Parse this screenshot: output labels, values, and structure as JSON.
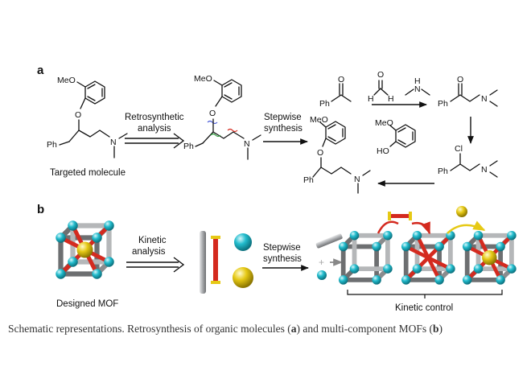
{
  "panel_a": {
    "label": "a",
    "targeted_molecule": "Targeted molecule",
    "retro_line1": "Retrosynthetic",
    "retro_line2": "analysis",
    "stepwise_line1": "Stepwise",
    "stepwise_line2": "synthesis",
    "atoms": {
      "meo": "MeO",
      "o": "O",
      "ph": "Ph",
      "n": "N",
      "h": "H",
      "ho": "HO",
      "cl": "Cl"
    }
  },
  "panel_b": {
    "label": "b",
    "designed_mof": "Designed MOF",
    "kinetic_line1": "Kinetic",
    "kinetic_line2": "analysis",
    "stepwise_line1": "Stepwise",
    "stepwise_line2": "synthesis",
    "kinetic_control": "Kinetic control"
  },
  "colors": {
    "cyan_node": "#1fb8c9",
    "yellow_sphere": "#e6c915",
    "red_linker": "#d42a1f",
    "gray_rod": "#a7a9ac"
  },
  "caption": {
    "text_before_a": "Schematic representations. Retrosynthesis of organic molecules (",
    "bold_a": "a",
    "text_middle": ") and multi-component MOFs (",
    "bold_b": "b",
    "text_end": ")"
  }
}
